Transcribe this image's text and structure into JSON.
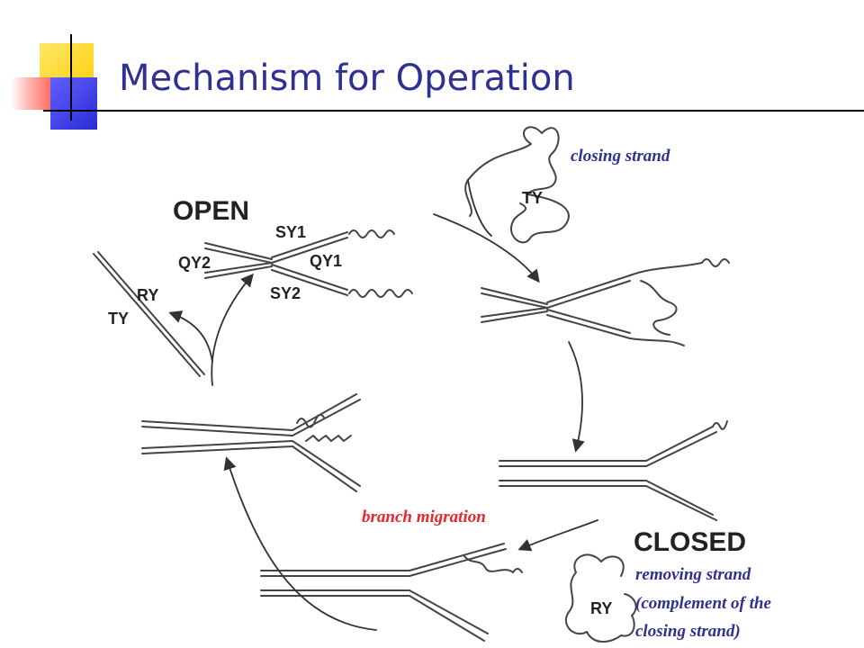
{
  "slide": {
    "title": "Mechanism for Operation"
  },
  "figure": {
    "labels": {
      "open": "OPEN",
      "closed": "CLOSED",
      "sy1": "SY1",
      "sy2": "SY2",
      "qy1": "QY1",
      "qy2": "QY2",
      "ty_top": "TY",
      "ty_left": "TY",
      "ry_left": "RY",
      "ry_bottom": "RY"
    }
  },
  "annotations": {
    "closing_strand": "closing strand",
    "branch_migration": "branch migration",
    "removing_strand_1": "removing strand",
    "removing_strand_2": "(complement of the",
    "removing_strand_3": "closing strand)"
  },
  "colors": {
    "title": "#2e3192",
    "annotation_blue": "#2e3192",
    "annotation_red": "#e8262b",
    "deco_yellow": "#ffd700",
    "deco_red": "#ff3b30",
    "deco_blue": "#3a3aff"
  }
}
